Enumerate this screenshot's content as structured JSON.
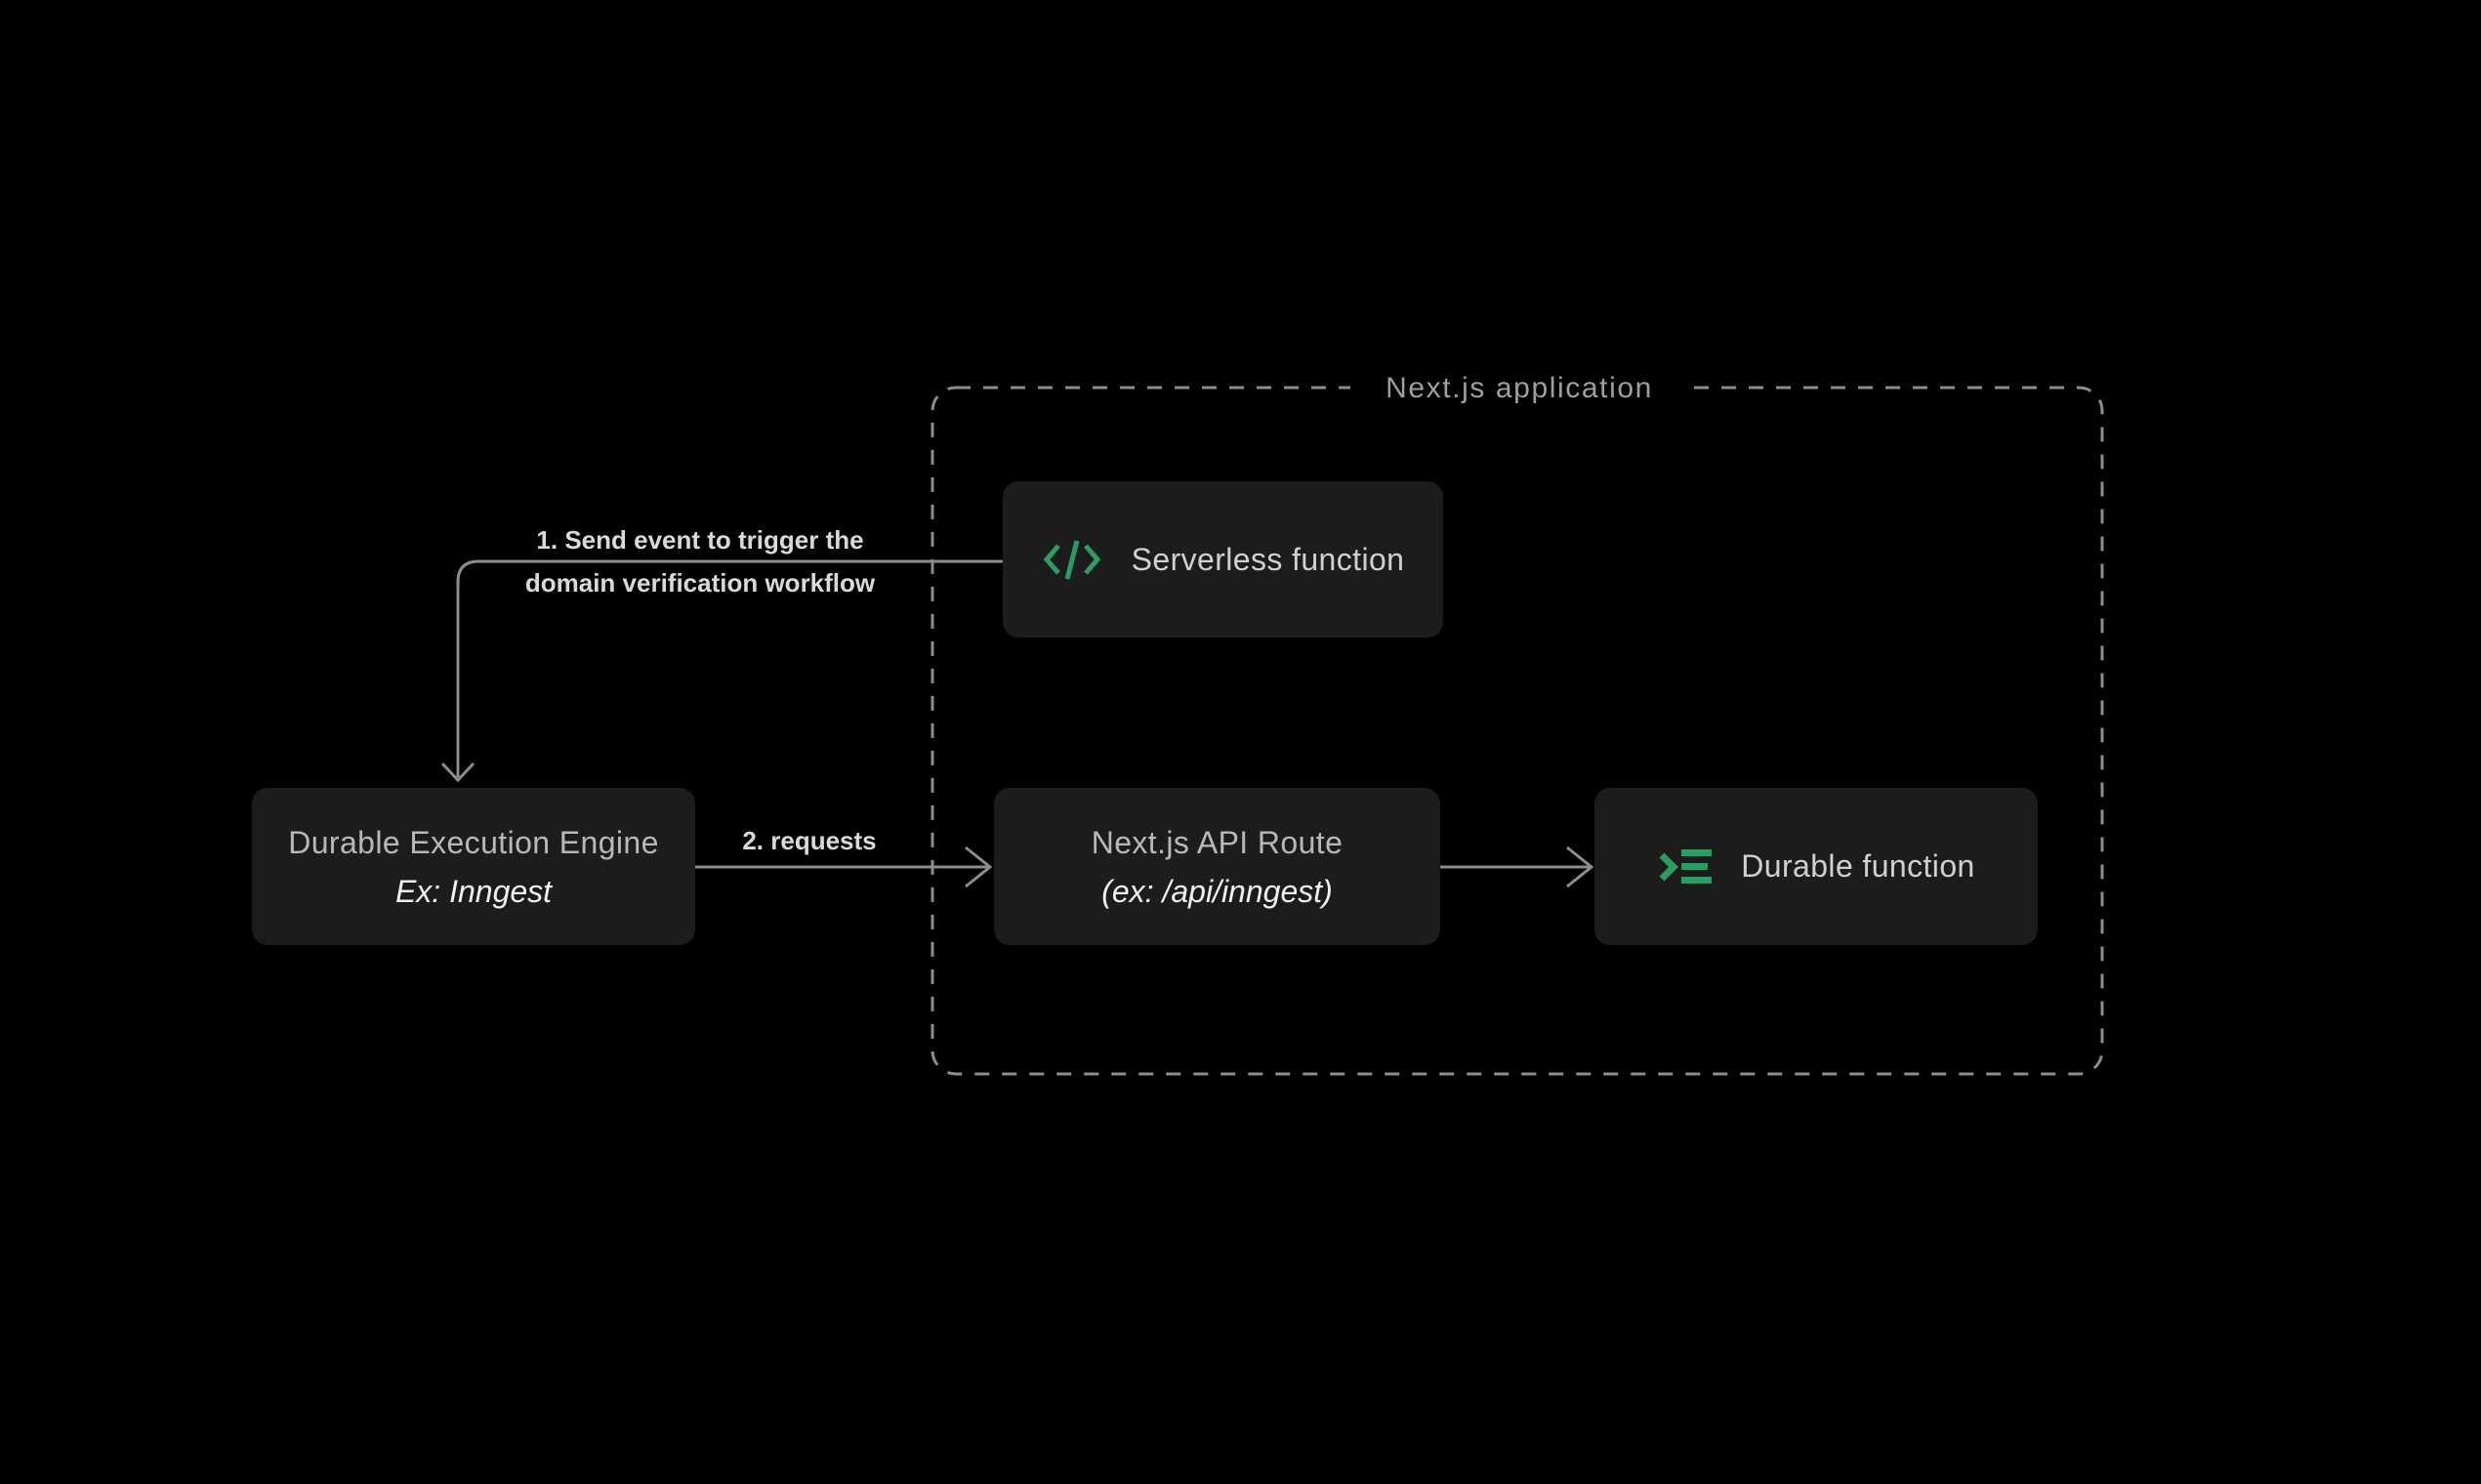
{
  "group": {
    "label": "Next.js application"
  },
  "nodes": {
    "serverless_function": {
      "label": "Serverless function",
      "icon": "code-brackets-icon"
    },
    "durable_execution_engine": {
      "title": "Durable Execution Engine",
      "subtitle": "Ex: Inngest"
    },
    "nextjs_api_route": {
      "title": "Next.js API Route",
      "subtitle": "(ex: /api/inngest)"
    },
    "durable_function": {
      "label": "Durable function",
      "icon": "prompt-lines-icon"
    }
  },
  "edges": {
    "send_event": {
      "label_line1": "1. Send event to trigger the",
      "label_line2": "domain verification workflow"
    },
    "requests": {
      "label": "2. requests"
    }
  },
  "colors": {
    "background": "#000000",
    "node_background": "#1c1c1d",
    "connector_gray": "#8d8d8d",
    "accent_green": "#2d9b63",
    "title_gray": "#b6b9ba",
    "bright_text": "#eef0f1",
    "group_label_gray": "#9e9e9e"
  }
}
